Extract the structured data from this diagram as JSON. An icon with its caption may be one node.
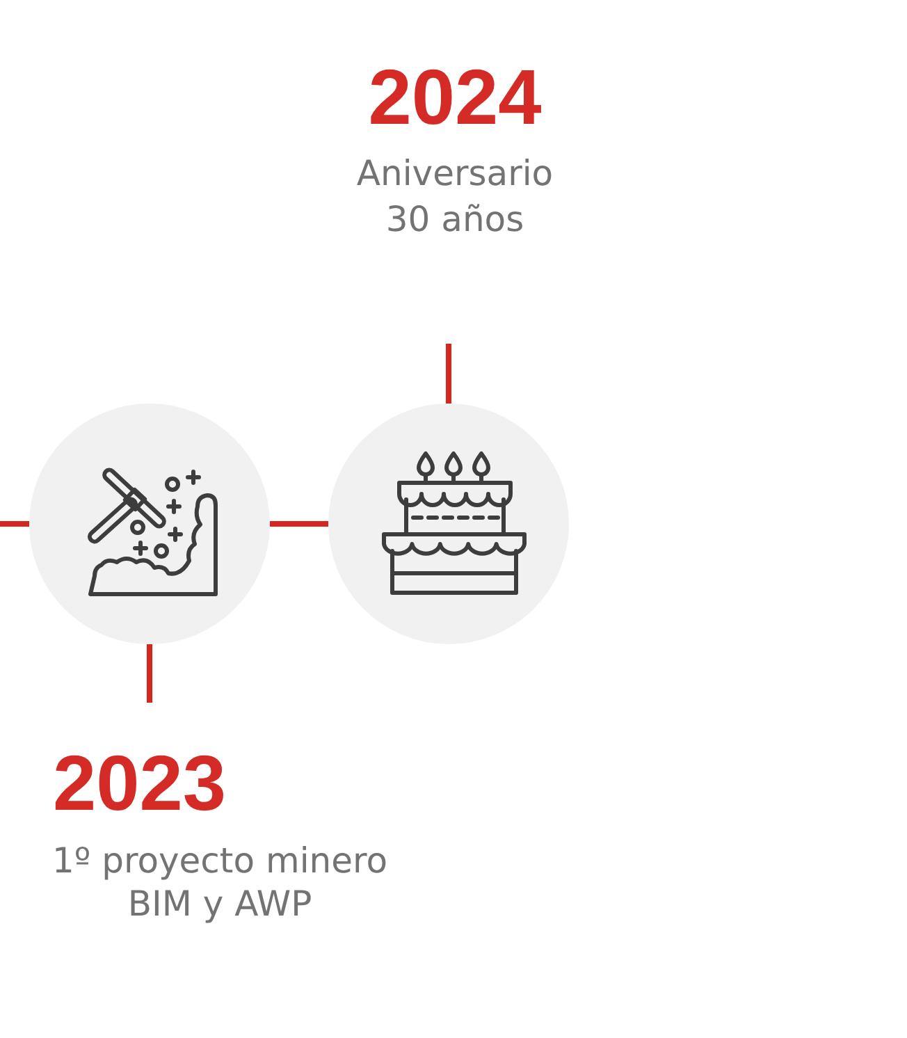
{
  "diagram": {
    "nodes": [
      {
        "text": [],
        "shape": "circle",
        "beside": [
          "2023",
          "1º proyecto minero BIM y AWP"
        ]
      },
      {
        "text": [],
        "shape": "circle",
        "beside": [
          "2024",
          "Aniversario 30 años"
        ]
      }
    ],
    "edges": [
      {
        "from": null,
        "to": 0,
        "arrow": "none"
      },
      {
        "from": 0,
        "to": 1,
        "arrow": "none"
      },
      {
        "from": 1,
        "to": null,
        "arrow": "none"
      },
      {
        "from": 0,
        "to": null,
        "arrow": "none"
      }
    ]
  }
}
